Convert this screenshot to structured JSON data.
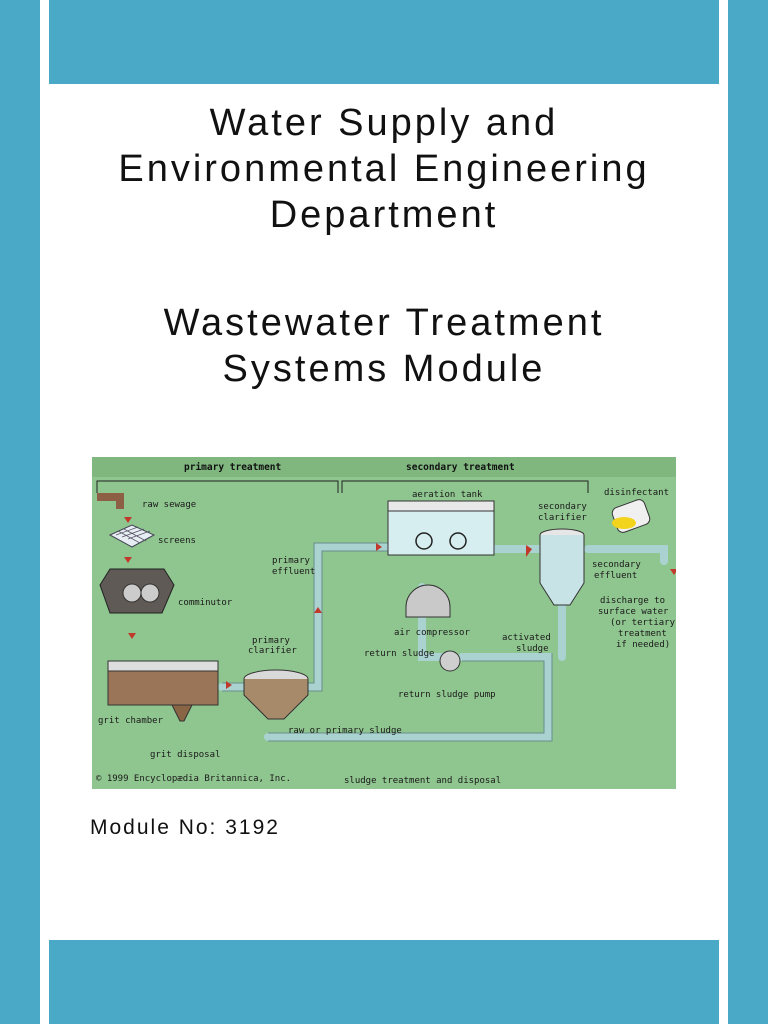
{
  "title_lines": {
    "line1": "Water Supply and",
    "line2": "Environmental Engineering",
    "line3": "Department"
  },
  "subtitle_lines": {
    "line1": "Wastewater Treatment",
    "line2": "Systems Module"
  },
  "module_number": "Module No: 3192",
  "colors": {
    "band": "#4aa9c7",
    "diagram_bg": "#8fc58f",
    "pipe": "#9cc8c8",
    "flow_arrow": "#c0392b"
  },
  "diagram": {
    "header_primary": "primary treatment",
    "header_secondary": "secondary treatment",
    "labels": {
      "raw_sewage": "raw sewage",
      "screens": "screens",
      "comminutor": "comminutor",
      "grit_chamber": "grit chamber",
      "grit_disposal": "grit disposal",
      "copyright": "© 1999 Encyclopædia Britannica, Inc.",
      "primary_effluent_1": "primary",
      "primary_effluent_2": "effluent",
      "primary_clarifier_1": "primary",
      "primary_clarifier_2": "clarifier",
      "raw_or_primary_sludge": "raw or primary sludge",
      "sludge_treatment": "sludge treatment and disposal",
      "aeration_tank": "aeration tank",
      "air_compressor": "air compressor",
      "return_sludge": "return sludge",
      "return_sludge_pump": "return sludge pump",
      "activated_sludge_1": "activated",
      "activated_sludge_2": "sludge",
      "secondary_clarifier_1": "secondary",
      "secondary_clarifier_2": "clarifier",
      "disinfectant": "disinfectant",
      "secondary_effluent_1": "secondary",
      "secondary_effluent_2": "effluent",
      "discharge_1": "discharge to",
      "discharge_2": "surface water",
      "discharge_3": "(or tertiary",
      "discharge_4": "treatment",
      "discharge_5": "if needed)"
    }
  }
}
